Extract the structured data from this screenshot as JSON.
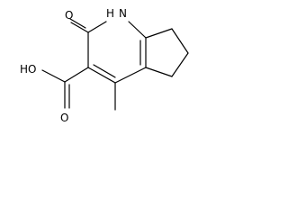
{
  "molecule": {
    "atom_labels": {
      "ring_nh": "H",
      "ring_n": "N",
      "carbonyl_o": "O",
      "carboxyl_oh": "HO",
      "carboxyl_o": "O"
    },
    "colors": {
      "line": "#000000",
      "text": "#000000",
      "background": "#ffffff"
    }
  }
}
